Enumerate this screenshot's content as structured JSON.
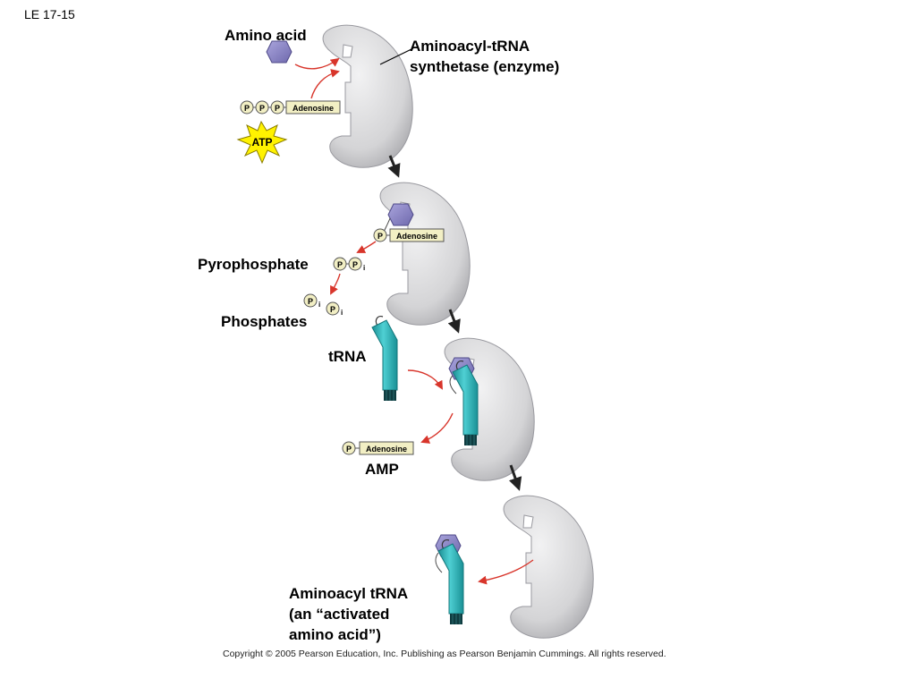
{
  "figure_id": "LE 17-15",
  "labels": {
    "amino_acid": "Amino acid",
    "enzyme_line1": "Aminoacyl-tRNA",
    "enzyme_line2": "synthetase (enzyme)",
    "pyrophosphate": "Pyrophosphate",
    "phosphates": "Phosphates",
    "trna": "tRNA",
    "amp": "AMP",
    "product_line1": "Aminoacyl tRNA",
    "product_line2": "(an “activated",
    "product_line3": "amino acid”)"
  },
  "glyphs": {
    "phosphate": "P",
    "inorganic_sub": "i",
    "adenosine": "Adenosine",
    "atp": "ATP"
  },
  "copyright": "Copyright ©  2005 Pearson Education, Inc. Publishing as Pearson Benjamin Cummings. All rights reserved.",
  "colors": {
    "enzyme": "#d4d4d6",
    "amino_acid": "#8c86c4",
    "trna": "#2fb5b9",
    "arrow_red": "#d8352b",
    "adenosine_box": "#f2efc4",
    "atp_star": "#fff200"
  }
}
